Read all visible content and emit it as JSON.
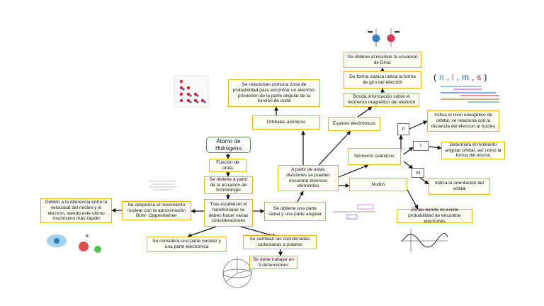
{
  "colors": {
    "node_border": "#e8b800",
    "title_border": "#3a9a3a",
    "arrow": "#111111"
  },
  "nodes": {
    "title": "Átomo de Hidrógeno",
    "funcion_onda": "Función de onda",
    "schrodinger": "Se obtiene a partir de la ecuación de Schrödinger",
    "consideraciones": "Tras establecer el hamiltoniano se deben hacer varias consideraciones",
    "desprecia": "Se desprecia el movimiento nuclear con la aproximación Bohr- Oppenheimer",
    "debido": "Debido a la diferencia entre la velocidad del núcleo y el electrón, siendo este ultimo muchísimo más rápido",
    "considera_nuclear": "Se considera una parte nuclear y una parte electrónica",
    "cambian_coordenadas": "Se cambian las coordenadas cartesianas a polares",
    "tres_dimensiones": "Se debe trabajar en 3 dimensiones",
    "parte_radial": "Se obtiene una parte radial y una parte angular",
    "divisiones": "A partir de estas divisiones se pueden encontrar diversos elementos",
    "orbitales": "Orbitales atómicos",
    "zona_probabilidad": "Se relacionan comuna zona de probabilidad para encontrar un electrón, provienen de la parte angular de la función de onda",
    "espines": "Espines electrónicos",
    "brinda": "Brinda información sobre el momento magnético del electrón",
    "forma_clasica": "De forma clásica indica la forma de giro del electrón",
    "dirac": "Se obtiene al resolver la ecuación de Dirac",
    "numeros_cuanticos": "Números cuánticos",
    "nodos": "Nodos",
    "zonas_no_existe": "Zonas donde no existe probabilidad de encontrar electrones",
    "n": "n",
    "l": "l",
    "m": "m",
    "n_desc": "Indica el nivel energético de orbital, se relaciona con la distancia del electron al nucleo",
    "l_desc": "Determina el momento angular orbital, así como la forma del mismo",
    "m_desc": "Indica la orientación del orbital"
  },
  "quantum_symbols": {
    "paren_open": "(",
    "paren_close": ")",
    "n": "n",
    "l": "l",
    "m": "m",
    "s": "s",
    "sep1": ",",
    "sep2": ",",
    "sep3": ","
  },
  "icons": {
    "orbital_grid": "orbital-shapes-image",
    "spin_figure": "electron-spin-image",
    "nucleus_figure": "nucleus-electron-image",
    "equation_figure": "hamiltonian-equation-image",
    "spherical_coords": "spherical-coordinates-image",
    "wave_nodes": "wave-node-graph-image",
    "radial_angular": "radial-angular-equation-image"
  }
}
